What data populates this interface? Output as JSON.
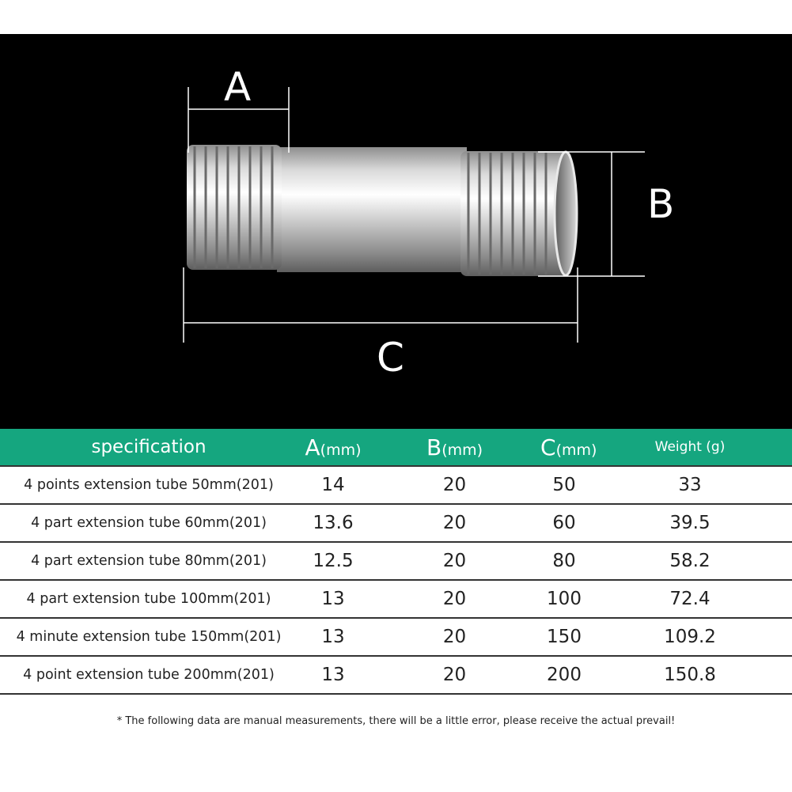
{
  "diagram": {
    "labels": {
      "a": "A",
      "b": "B",
      "c": "C"
    }
  },
  "table": {
    "headers": {
      "specification": "specification",
      "a_letter": "A",
      "a_unit": "(mm)",
      "b_letter": "B",
      "b_unit": "(mm)",
      "c_letter": "C",
      "c_unit": "(mm)",
      "weight": "Weight (g)"
    },
    "rows": [
      {
        "name": "4 points extension tube 50mm(201)",
        "a": "14",
        "b": "20",
        "c": "50",
        "weight": "33"
      },
      {
        "name": "4 part extension tube 60mm(201)",
        "a": "13.6",
        "b": "20",
        "c": "60",
        "weight": "39.5"
      },
      {
        "name": "4 part extension tube 80mm(201)",
        "a": "12.5",
        "b": "20",
        "c": "80",
        "weight": "58.2"
      },
      {
        "name": "4 part extension tube 100mm(201)",
        "a": "13",
        "b": "20",
        "c": "100",
        "weight": "72.4"
      },
      {
        "name": "4 minute extension tube 150mm(201)",
        "a": "13",
        "b": "20",
        "c": "150",
        "weight": "109.2"
      },
      {
        "name": "4 point extension tube 200mm(201)",
        "a": "13",
        "b": "20",
        "c": "200",
        "weight": "150.8"
      }
    ]
  },
  "note": "* The following data are manual measurements, there will be a little error, please receive the actual prevail!",
  "colors": {
    "header_bg": "#15a67f",
    "hero_bg": "#000000"
  }
}
